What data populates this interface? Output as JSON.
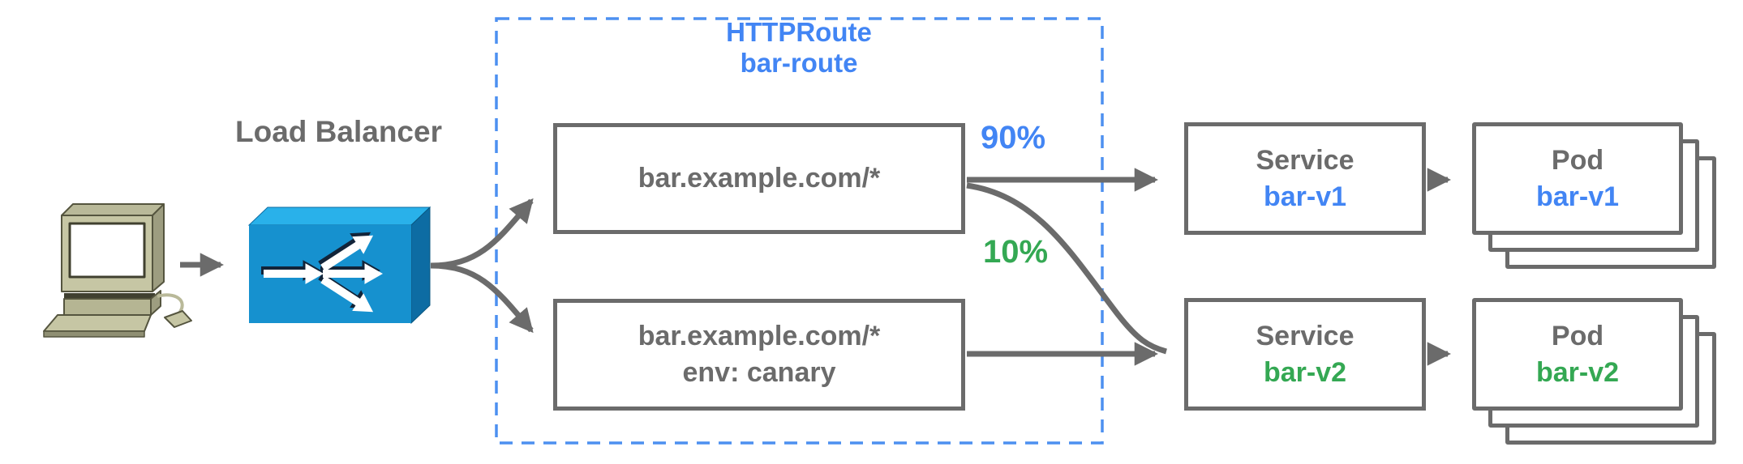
{
  "load_balancer": {
    "label": "Load Balancer"
  },
  "client": {
    "icon": "computer-icon"
  },
  "httproute": {
    "kind": "HTTPRoute",
    "name": "bar-route",
    "rules": [
      {
        "lines": [
          "bar.example.com/*"
        ]
      },
      {
        "lines": [
          "bar.example.com/*",
          "env: canary"
        ]
      }
    ]
  },
  "weights": [
    {
      "label": "90%",
      "color": "#4285f4"
    },
    {
      "label": "10%",
      "color": "#34a853"
    }
  ],
  "services": [
    {
      "kind": "Service",
      "name": "bar-v1",
      "name_color": "#4285f4"
    },
    {
      "kind": "Service",
      "name": "bar-v2",
      "name_color": "#34a853"
    }
  ],
  "pods": [
    {
      "kind": "Pod",
      "name": "bar-v1",
      "name_color": "#4285f4"
    },
    {
      "kind": "Pod",
      "name": "bar-v2",
      "name_color": "#34a853"
    }
  ],
  "colors": {
    "accent_blue": "#4285f4",
    "accent_green": "#34a853",
    "diagram_gray": "#6b6b6b",
    "lb_front": "#1691cf",
    "lb_top": "#29b1ea",
    "lb_side": "#0d6ca3"
  }
}
